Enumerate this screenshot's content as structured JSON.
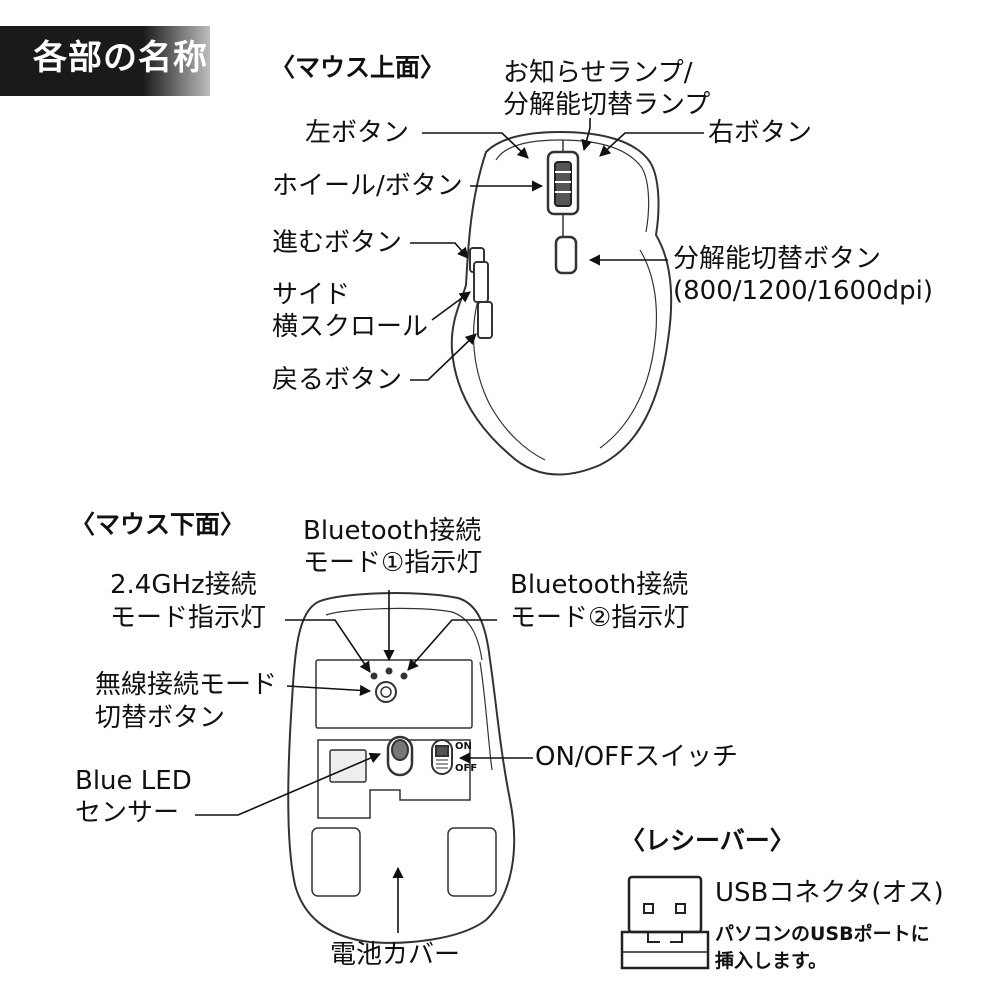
{
  "title": "各部の名称",
  "top_view": {
    "heading": "〈マウス上面〉",
    "labels": {
      "indicator_1": "お知らせランプ/",
      "indicator_2": "分解能切替ランプ",
      "left_button": "左ボタン",
      "right_button": "右ボタン",
      "wheel": "ホイール/ボタン",
      "forward": "進むボタン",
      "side_1": "サイド",
      "side_2": "横スクロール",
      "back": "戻るボタン",
      "dpi_1": "分解能切替ボタン",
      "dpi_2": "(800/1200/1600dpi)"
    }
  },
  "bottom_view": {
    "heading": "〈マウス下面〉",
    "labels": {
      "bt1_1": "Bluetooth接続",
      "bt1_2": "モード①指示灯",
      "ghz_1": "2.4GHz接続",
      "ghz_2": "モード指示灯",
      "bt2_1": "Bluetooth接続",
      "bt2_2": "モード②指示灯",
      "wireless_1": "無線接続モード",
      "wireless_2": "切替ボタン",
      "switch": "ON/OFFスイッチ",
      "sensor_1": "Blue LED",
      "sensor_2": "センサー",
      "battery": "電池カバー",
      "on": "ON",
      "off": "OFF"
    }
  },
  "receiver": {
    "heading": "〈レシーバー〉",
    "name": "USBコネクタ(オス)",
    "desc_1": "パソコンのUSBポートに",
    "desc_2": "挿入します。"
  }
}
